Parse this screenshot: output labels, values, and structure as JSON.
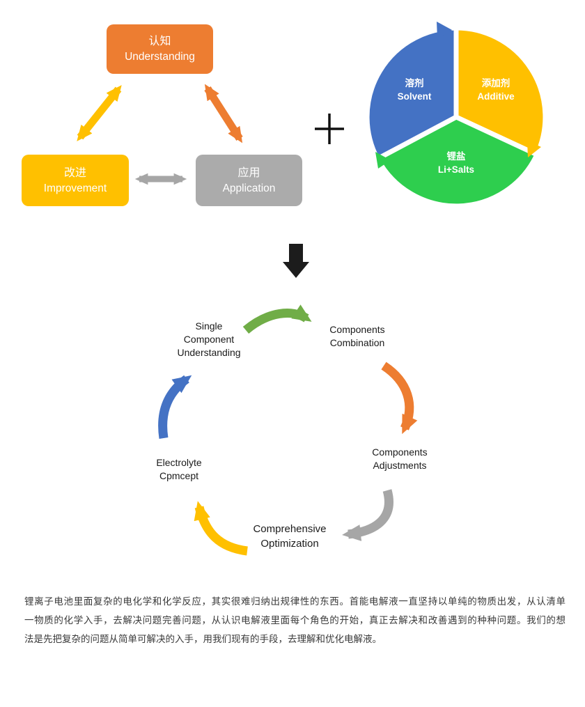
{
  "top_cycle": {
    "boxes": [
      {
        "zh": "认知",
        "en": "Understanding",
        "color": "#ED7D31"
      },
      {
        "zh": "改进",
        "en": "Improvement",
        "color": "#FFC000"
      },
      {
        "zh": "应用",
        "en": "Application",
        "color": "#ABABAB"
      }
    ],
    "plus_sign": "+",
    "arrow_colors": {
      "yellow": "#FFC000",
      "orange": "#ED7D31",
      "gray": "#A6A6A6"
    }
  },
  "electrolyte_pie": {
    "slices": [
      {
        "zh": "溶剂",
        "en": "Solvent",
        "color": "#4472C4"
      },
      {
        "zh": "添加剂",
        "en": "Additive",
        "color": "#FFC000"
      },
      {
        "zh": "锂盐",
        "en": "Li+Salts",
        "color": "#2ECE4E"
      }
    ]
  },
  "down_arrow_color": "#1C1C1C",
  "flow_cycle": {
    "nodes": [
      {
        "line1": "Single",
        "line2": "Component",
        "line3": "Understanding"
      },
      {
        "line1": "Components",
        "line2": "Combination"
      },
      {
        "line1": "Components",
        "line2": "Adjustments"
      },
      {
        "line1": "Comprehensive",
        "line2": "Optimization"
      },
      {
        "line1": "Electrolyte",
        "line2": "Cpmcept"
      }
    ],
    "arrow_colors": {
      "green": "#70AD47",
      "orange": "#ED7D31",
      "gray": "#A6A6A6",
      "yellow": "#FFC000",
      "blue": "#4472C4"
    }
  },
  "paragraph": {
    "lines": [
      "锂离子电池里面复杂的电化学和化学反应，其实很难归纳出规律性的东西。首能电解液一直坚持以单纯的物质出发，从认清单",
      "一物质的化学入手，去解决问题完善问题，从认识电解液里面每个角色的开始，真正去解决和改善遇到的种种问题。我们的想",
      "法是先把复杂的问题从简单可解决的入手，用我们现有的手段，去理解和优化电解液。"
    ]
  }
}
